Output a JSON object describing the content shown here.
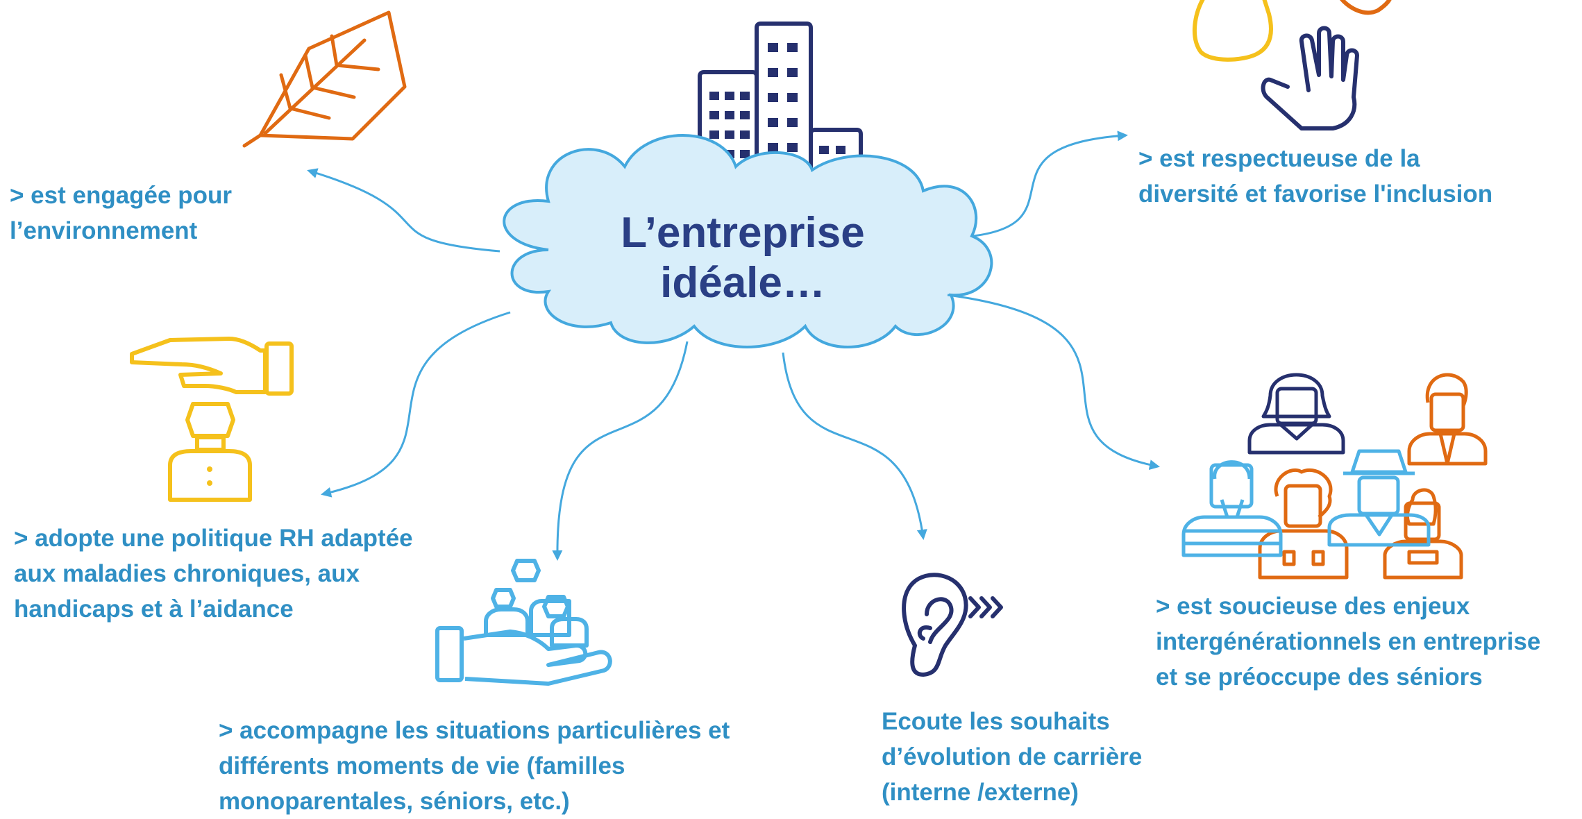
{
  "title": {
    "line1": "L’entreprise",
    "line2": "idéale…"
  },
  "colors": {
    "arrow": "#44a8de",
    "text": "#2f8fc4",
    "title": "#2a3f85",
    "cloud_fill": "#d8eefa",
    "cloud_stroke": "#44a8de",
    "navy": "#26306e",
    "orange": "#e06a12",
    "yellow": "#f5c11c",
    "light_blue": "#4eb2e6"
  },
  "branches": {
    "environment": {
      "lines": [
        "> est engagée pour",
        "l’environnement"
      ],
      "icon": "leaf-icon"
    },
    "diversity": {
      "lines": [
        "> est respectueuse de la",
        "diversité et favorise l'inclusion"
      ],
      "icon": "hands-icon"
    },
    "hr_policy": {
      "lines": [
        "> adopte une politique RH adaptée",
        "aux maladies chroniques, aux",
        "handicaps et à l’aidance"
      ],
      "icon": "protected-person-icon"
    },
    "life_moments": {
      "lines": [
        "> accompagne les situations particulières et",
        "différents moments de vie (familles",
        "monoparentales, séniors, etc.)"
      ],
      "icon": "family-in-hand-icon"
    },
    "career": {
      "lines": [
        "Ecoute les souhaits",
        "d’évolution de carrière",
        "(interne /externe)"
      ],
      "icon": "ear-listening-icon"
    },
    "generations": {
      "lines": [
        "> est soucieuse des enjeux",
        "intergénérationnels en entreprise",
        "et se préoccupe des séniors"
      ],
      "icon": "diverse-people-group-icon"
    }
  }
}
